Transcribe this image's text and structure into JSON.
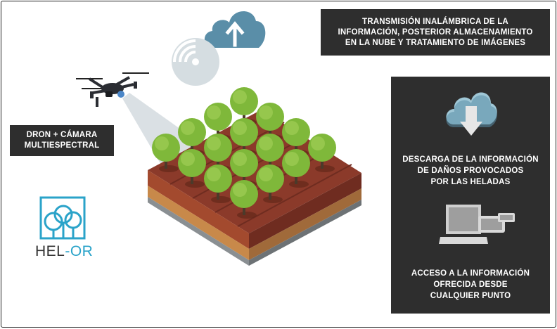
{
  "top_box": {
    "lines": [
      "TRANSMISIÓN INALÁMBRICA DE LA",
      "INFORMACIÓN, POSTERIOR ALMACENAMIENTO",
      "EN LA NUBE Y TRATAMIENTO DE IMÁGENES"
    ]
  },
  "drone_box": {
    "lines": [
      "DRON + CÁMARA",
      "MULTIESPECTRAL"
    ]
  },
  "right_panel": {
    "download_lines": [
      "DESCARGA DE LA INFORMACIÓN",
      "DE DAÑOS PROVOCADOS",
      "POR LAS HELADAS"
    ],
    "access_lines": [
      "ACCESO A LA INFORMACIÓN",
      "OFRECIDA DESDE",
      "CUALQUIER PUNTO"
    ]
  },
  "logo": {
    "part1": "HEL",
    "part2": "-OR"
  },
  "icons": [
    "cloud-upload-icon",
    "wifi-icon",
    "drone-icon",
    "cloud-download-icon",
    "laptop-icon",
    "tablet-icon",
    "phone-icon"
  ],
  "colors": {
    "box_bg": "#2e2e2e",
    "accent": "#2aa3c9",
    "cloud": "#5a8ea8",
    "tree": "#7fb83a",
    "soil": "#8b3a2a"
  }
}
